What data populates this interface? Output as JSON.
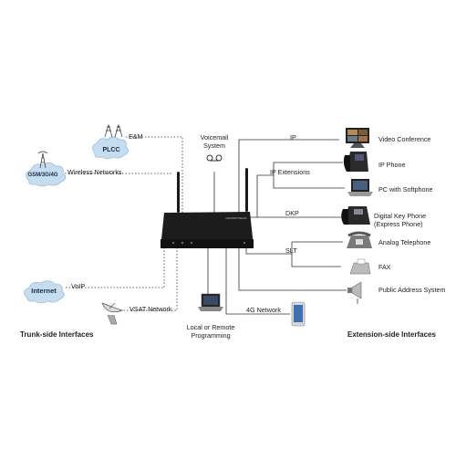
{
  "router": {
    "brand": "GRANDSTREAM"
  },
  "trunk_side": {
    "title": "Trunk-side Interfaces",
    "items": [
      {
        "cloud": "PLCC",
        "link": "E&M"
      },
      {
        "cloud": "GSM/3G/4G",
        "link": "Wireless Networks"
      },
      {
        "cloud": "Internet",
        "link": "VoIP"
      },
      {
        "device": "satellite-dish",
        "link": "VSAT Network"
      }
    ]
  },
  "center": {
    "voicemail": "Voicemail\nSystem",
    "local": "Local or Remote\nProgramming"
  },
  "extension_side": {
    "title": "Extension-side Interfaces",
    "links": {
      "ip": "IP",
      "ip_ext": "IP Extensions",
      "dkp": "DKP",
      "slt": "SLT",
      "4g": "4G Network"
    },
    "devices": [
      {
        "label": "Video Conference",
        "icon": "video-conference-icon"
      },
      {
        "label": "IP Phone",
        "icon": "ip-phone-icon"
      },
      {
        "label": "PC with Softphone",
        "icon": "laptop-icon"
      },
      {
        "label": "Digital Key Phone\n(Express Phone)",
        "icon": "digital-phone-icon"
      },
      {
        "label": "Analog Telephone",
        "icon": "analog-phone-icon"
      },
      {
        "label": "FAX",
        "icon": "fax-icon"
      },
      {
        "label": "Public Address System",
        "icon": "speaker-icon"
      }
    ]
  }
}
